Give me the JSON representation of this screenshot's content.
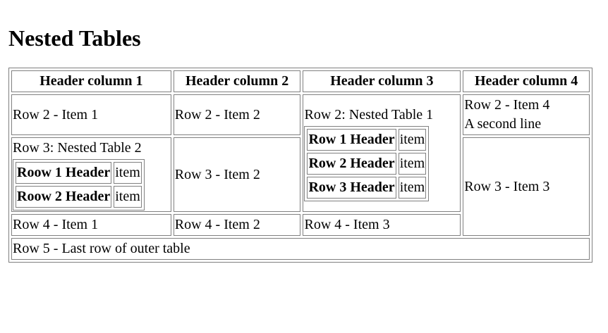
{
  "page_title": "Nested Tables",
  "headers": [
    "Header column 1",
    "Header column 2",
    "Header column 3",
    "Header column 4"
  ],
  "row2": {
    "item1": "Row 2 - Item 1",
    "item2": "Row 2 - Item 2",
    "nested_title": "Row 2: Nested Table 1",
    "nested_rows": [
      {
        "header": "Row 1 Header",
        "value": "item"
      },
      {
        "header": "Row 2 Header",
        "value": "item"
      },
      {
        "header": "Row 3 Header",
        "value": "item"
      }
    ],
    "item4_line1": "Row 2 - Item 4",
    "item4_line2": "A second line"
  },
  "row3": {
    "nested_title": "Row 3: Nested Table 2",
    "nested_rows": [
      {
        "header": "Roow 1 Header",
        "value": "item"
      },
      {
        "header": "Roow 2 Header",
        "value": "item"
      }
    ],
    "item2": "Row 3 - Item 2",
    "item3": "Row 3 - Item 3"
  },
  "row4": {
    "item1": "Row 4 - Item 1",
    "item2": "Row 4 - Item 2",
    "item3": "Row 4 - Item 3"
  },
  "row5": {
    "text": "Row 5 - Last row of outer table"
  }
}
